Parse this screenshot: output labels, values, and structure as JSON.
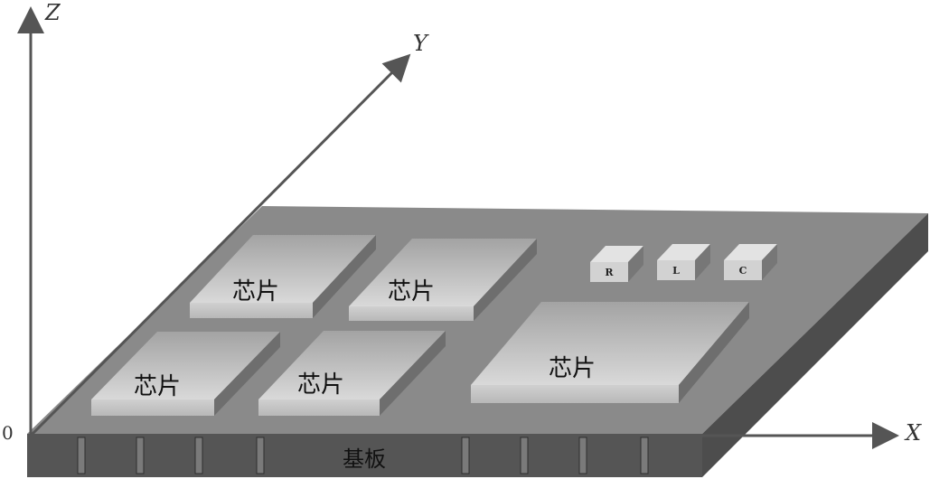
{
  "axes": {
    "z_label": "Z",
    "y_label": "Y",
    "x_label": "X",
    "origin_label": "0"
  },
  "substrate": {
    "label": "基板"
  },
  "chips": [
    {
      "label": "芯片"
    },
    {
      "label": "芯片"
    },
    {
      "label": "芯片"
    },
    {
      "label": "芯片"
    },
    {
      "label": "芯片"
    }
  ],
  "passives": [
    {
      "label": "R"
    },
    {
      "label": "L"
    },
    {
      "label": "C"
    }
  ]
}
